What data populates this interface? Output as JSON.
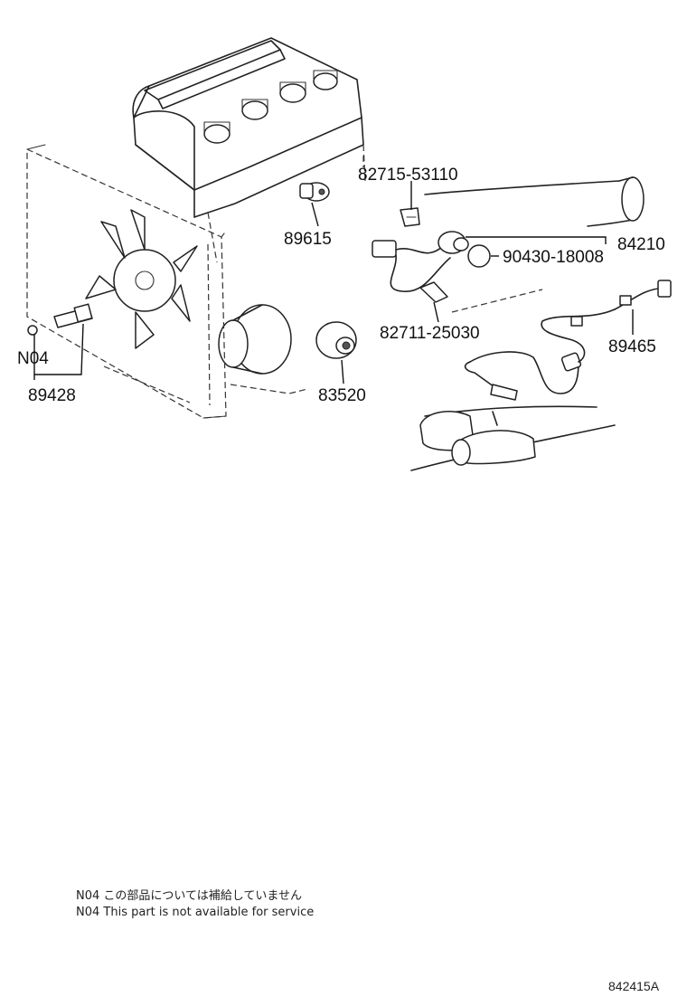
{
  "diagram": {
    "part_labels": {
      "p82715": "82715-53110",
      "p89615": "89615",
      "p84210": "84210",
      "p90430": "90430-18008",
      "p82711": "82711-25030",
      "p89465": "89465",
      "n04": "N04",
      "p89428": "89428",
      "p83520": "83520"
    },
    "notes": {
      "jp": "N04 この部品については補給していません",
      "en": "N04 This part is not available for service"
    },
    "figure_code": "842415A",
    "icons": [
      "engine-illustration",
      "radiator-fan-illustration",
      "exhaust-pipe-illustration",
      "sensor-icon"
    ]
  }
}
